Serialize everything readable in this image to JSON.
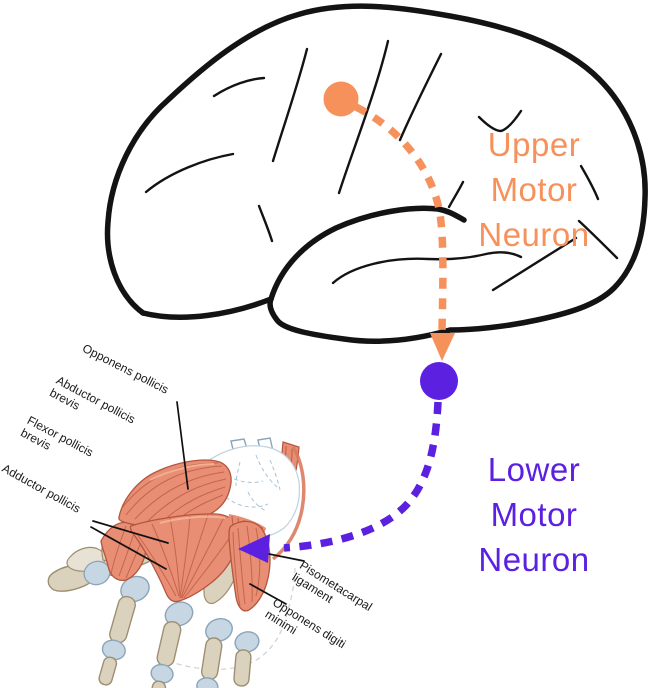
{
  "title": "Upper and lower motor neuron pathway diagram",
  "colors": {
    "orange": "#F6915B",
    "purple": "#5B20E0",
    "ink": "#131313",
    "muscle": "#E78E74",
    "muscle_dark": "#C05A41",
    "muscle_outline": "#B5553E",
    "muscle_highlight": "#F5B29A",
    "bone": "#DBD2BD",
    "bone_outline": "#9E8F73",
    "joint": "#C6D6E3",
    "joint_outline": "#8BA4B8",
    "sketch": "#A9C4D8"
  },
  "neuron_labels": {
    "upper": {
      "lines": [
        "Upper",
        "Motor",
        "Neuron"
      ]
    },
    "lower": {
      "lines": [
        "Lower",
        "Motor",
        "Neuron"
      ]
    }
  },
  "hand_labels": {
    "opponens_pollicis": {
      "line1": "Opponens pollicis"
    },
    "abductor_pollicis": {
      "line1": "Abductor pollicis",
      "line2": "brevis"
    },
    "flexor_pollicis": {
      "line1": "Flexor pollicis",
      "line2": "brevis"
    },
    "adductor_pollicis": {
      "line1": "Adductor pollicis"
    },
    "pisometacarpal": {
      "line1": "Pisometacarpal",
      "line2": "ligament"
    },
    "opponens_digiti": {
      "line1": "Opponens digiti",
      "line2": "minimi"
    }
  }
}
